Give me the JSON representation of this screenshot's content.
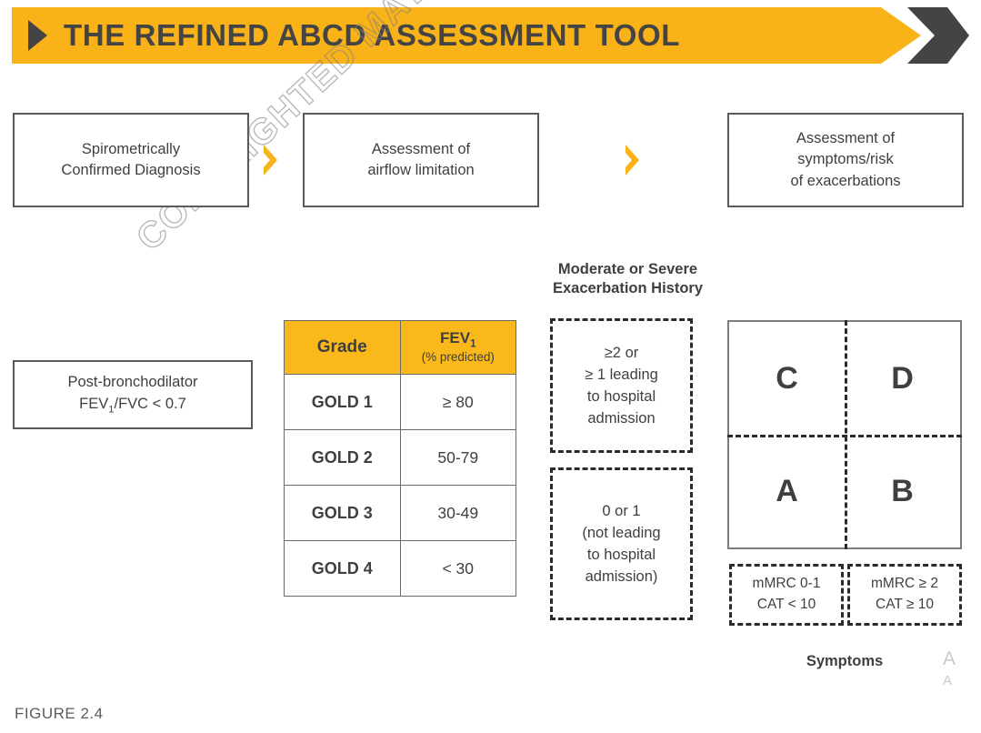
{
  "header": {
    "title": "THE REFINED ABCD ASSESSMENT TOOL",
    "play_icon": "play-triangle-icon",
    "arrow_color": "#F9B218",
    "chevron_color": "#444444"
  },
  "watermark": {
    "text": "COPYRIGHTED MATERIAL- DO NOT CO"
  },
  "flow": {
    "steps": [
      {
        "line1": "Spirometrically",
        "line2": "Confirmed Diagnosis"
      },
      {
        "line1": "Assessment of",
        "line2": "airflow limitation"
      },
      {
        "line1": "Assessment of",
        "line2": "symptoms/risk",
        "line3": "of exacerbations"
      }
    ],
    "chevron_icon": "chevron-right-icon"
  },
  "criteria_box": {
    "line1": "Post-bronchodilator",
    "line2_pre": "FEV",
    "line2_sub": "1",
    "line2_post": "/FVC < 0.7"
  },
  "gold_table": {
    "headers": {
      "grade": "Grade",
      "fev_main_pre": "FEV",
      "fev_main_sub": "1",
      "fev_sub": "(% predicted)"
    },
    "header_bg": "#FAB81B",
    "rows": [
      {
        "grade": "GOLD 1",
        "value": "≥ 80"
      },
      {
        "grade": "GOLD 2",
        "value": "50-79"
      },
      {
        "grade": "GOLD 3",
        "value": "30-49"
      },
      {
        "grade": "GOLD 4",
        "value": "< 30"
      }
    ]
  },
  "exacerbation": {
    "title_line1": "Moderate or Severe",
    "title_line2": "Exacerbation History",
    "high": {
      "line1": "≥2 or",
      "line2": "≥ 1 leading",
      "line3": "to hospital",
      "line4": "admission"
    },
    "low": {
      "line1": "0 or 1",
      "line2": "(not leading",
      "line3": "to hospital",
      "line4": "admission)"
    }
  },
  "abcd": {
    "quadrant_c": "C",
    "quadrant_d": "D",
    "quadrant_a": "A",
    "quadrant_b": "B",
    "symptoms_label": "Symptoms",
    "symptom_low": {
      "line1": "mMRC 0-1",
      "line2": "CAT < 10"
    },
    "symptom_high": {
      "line1": "mMRC ≥ 2",
      "line2": "CAT ≥ 10"
    }
  },
  "figure": {
    "caption": "FIGURE 2.4"
  },
  "edge_attribution": {
    "line1": "A",
    "line2": "A"
  }
}
